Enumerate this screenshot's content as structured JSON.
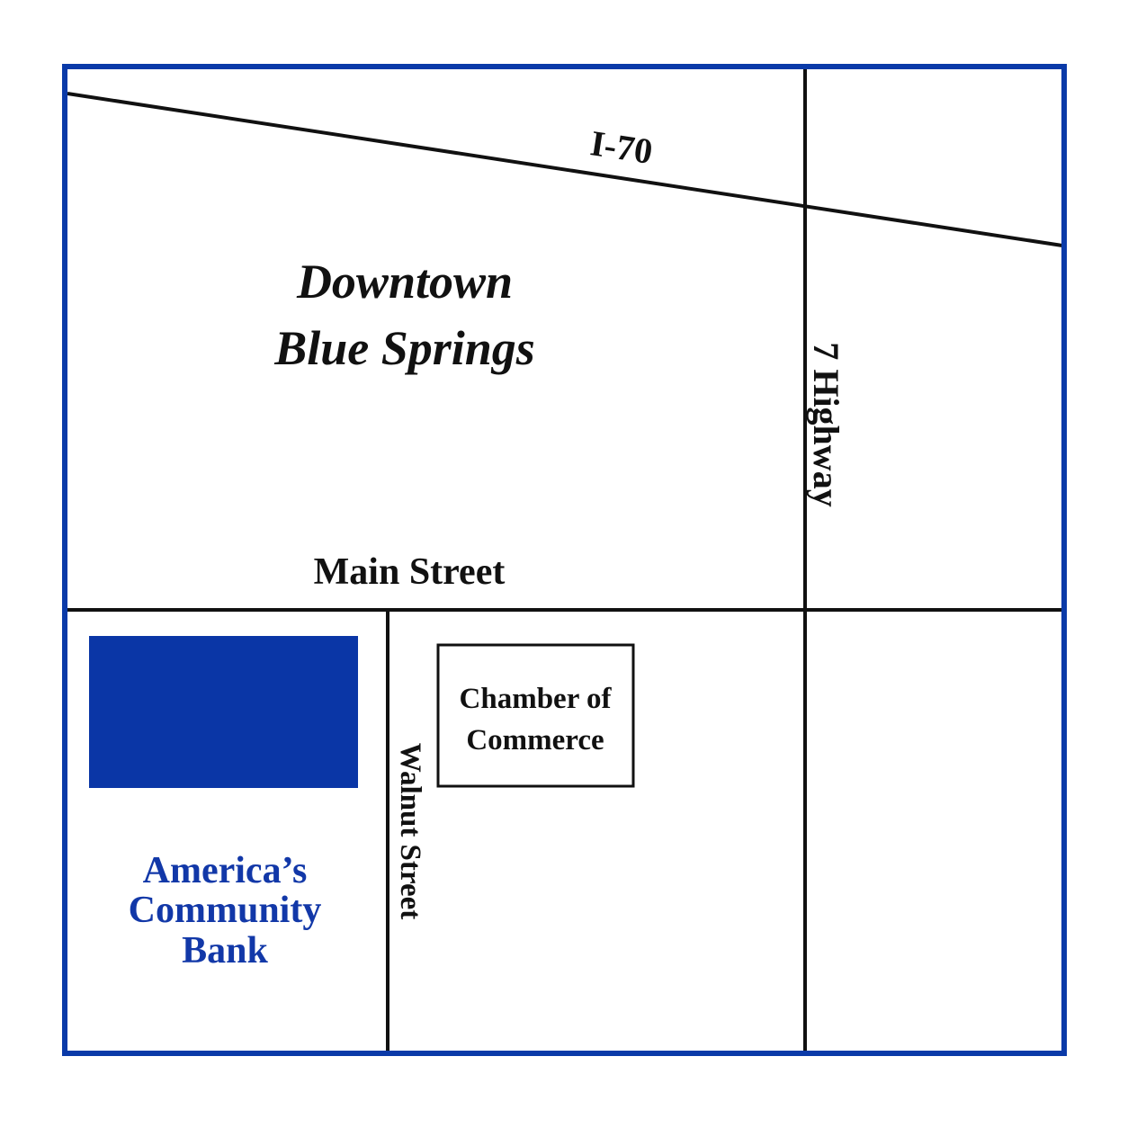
{
  "map": {
    "area_title": {
      "line1": "Downtown",
      "line2": "Blue Springs"
    },
    "roads": {
      "interstate": "I-70",
      "highway": "7 Highway",
      "main_street": "Main Street",
      "walnut_street": "Walnut Street"
    },
    "landmarks": {
      "chamber": {
        "line1": "Chamber of",
        "line2": "Commerce"
      },
      "bank": {
        "line1": "America’s",
        "line2": "Community",
        "line3": "Bank"
      }
    },
    "colors": {
      "border": "#0a3aa8",
      "bank_fill": "#0a36a6",
      "bank_text": "#1238a8",
      "road": "#111111",
      "background": "#ffffff"
    }
  }
}
